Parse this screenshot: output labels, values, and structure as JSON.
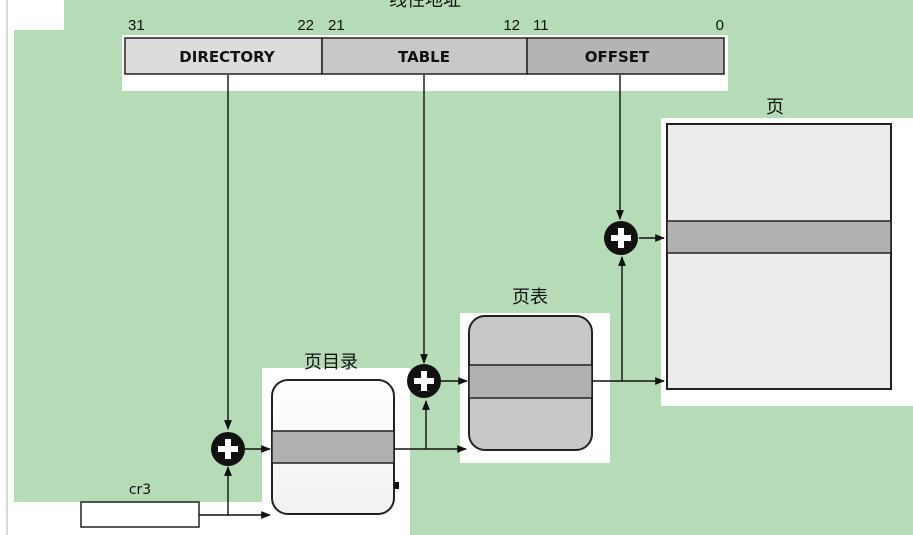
{
  "title": "线性地址",
  "fields": [
    {
      "label": "DIRECTORY",
      "bit_high": "31",
      "bit_low": "22"
    },
    {
      "label": "TABLE",
      "bit_high": "21",
      "bit_low": "12"
    },
    {
      "label": "OFFSET",
      "bit_high": "11",
      "bit_low": "0"
    }
  ],
  "labels": {
    "page_directory": "页目录",
    "page_table": "页表",
    "page": "页",
    "cr3": "cr3"
  },
  "colors": {
    "background": "#b5dcb7",
    "directory_field": "#dcdcdc",
    "table_field": "#c8c8c8",
    "offset_field": "#b4b4b4",
    "selected_entry": "#b0b0b0",
    "page_table_body": "#c8c8c8",
    "page_body": "#ececec"
  }
}
